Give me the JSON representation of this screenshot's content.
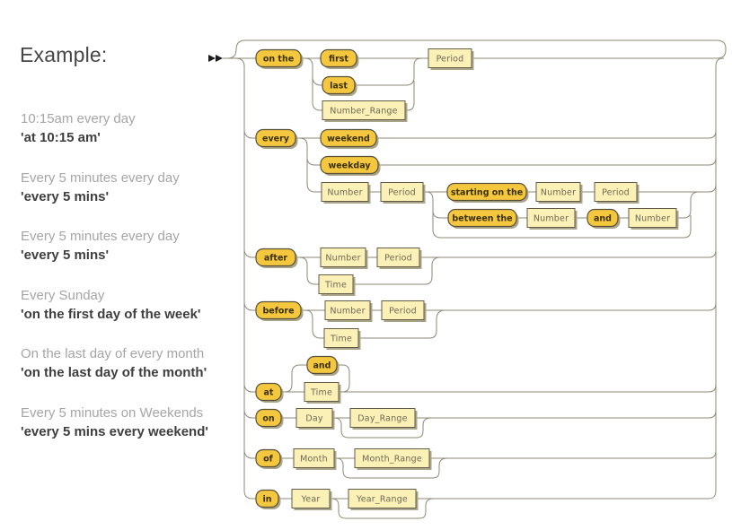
{
  "examples_panel": {
    "title": "Example:",
    "items": [
      {
        "caption": "10:15am every day",
        "phrase": "'at 10:15 am'"
      },
      {
        "caption": "Every 5 minutes every day",
        "phrase": "'every 5 mins'"
      },
      {
        "caption": "Every 5 minutes every day",
        "phrase": "'every 5 mins'"
      },
      {
        "caption": "Every Sunday",
        "phrase": "'on the first day of the week'"
      },
      {
        "caption": "On the last day of every month",
        "phrase": "'on the last day of the month'"
      },
      {
        "caption": "Every 5 minutes on Weekends",
        "phrase": "'every 5 mins every weekend'"
      }
    ]
  },
  "diagram": {
    "colors": {
      "terminal_fill": "#f5c73e",
      "nonterminal_fill": "#fbf0b6",
      "line": "#8d8a76",
      "shadow": "#aaa48b",
      "terminal_text": "#3a3000",
      "nonterminal_text": "#6e6954"
    },
    "nodes": {
      "on_the": "on the",
      "first": "first",
      "last": "last",
      "number_range": "Number_Range",
      "period": "Period",
      "every": "every",
      "weekend": "weekend",
      "weekday": "weekday",
      "number": "Number",
      "starting_on_the": "starting on the",
      "between_the": "between the",
      "and": "and",
      "after": "after",
      "before": "before",
      "time": "Time",
      "at": "at",
      "on": "on",
      "day": "Day",
      "day_range": "Day_Range",
      "of": "of",
      "month": "Month",
      "month_range": "Month_Range",
      "in": "in",
      "year": "Year",
      "year_range": "Year_Range"
    }
  }
}
